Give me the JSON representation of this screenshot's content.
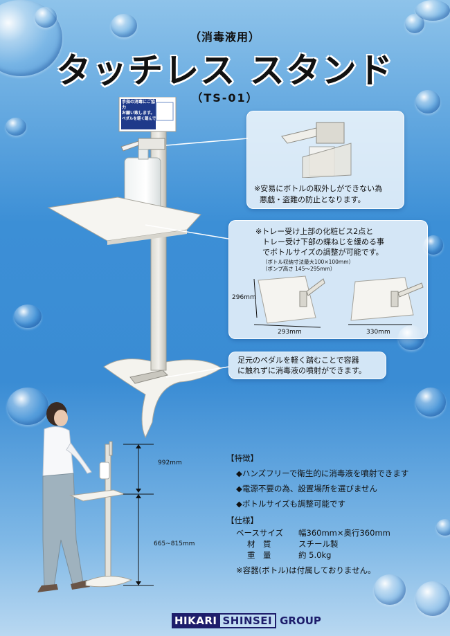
{
  "header": {
    "subtitle": "（消毒液用）",
    "title": "タッチレス スタンド",
    "model": "（TS-01）"
  },
  "sign": {
    "line1": "手指の消毒にご協力",
    "line2": "お願い致します。",
    "line3": "ペダルを軽く踏んでください。"
  },
  "callout_lock": {
    "line1": "※安易にボトルの取外しができない為",
    "line2": "悪戯・盗難の防止となります。"
  },
  "callout_tray": {
    "line1": "※トレー受け上部の化粧ビス2点と",
    "line2": "トレー受け下部の蝶ねじを緩める事",
    "line3": "でボトルサイズの調整が可能です。",
    "note1": "（ボトル収納寸法最大100×100mm）",
    "note2": "（ポンプ高さ 145～295mm）",
    "dim_height": "296mm",
    "dim_width_small": "293mm",
    "dim_width_large": "330mm"
  },
  "callout_pedal": {
    "line1": "足元のペダルを軽く踏むことで容器",
    "line2": "に触れずに消毒液の噴射ができます。"
  },
  "dimensions": {
    "upper": "992mm",
    "lower": "665~815mm"
  },
  "features": {
    "heading": "【特徴】",
    "items": [
      "◆ハンズフリーで衛生的に消毒液を噴射できます",
      "◆電源不要の為、設置場所を選びません",
      "◆ボトルサイズも調整可能です"
    ]
  },
  "specs": {
    "heading": "【仕様】",
    "base_label": "ベースサイズ",
    "base_value": "幅360mm×奥行360mm",
    "material_label": "材　質",
    "material_value": "スチール製",
    "weight_label": "重　量",
    "weight_value": "約 5.0kg",
    "note": "※容器(ボトル)は付属しておりません。"
  },
  "footer": {
    "part1": "HIKARI",
    "part2": "SHINSEI",
    "part3": "GROUP"
  }
}
